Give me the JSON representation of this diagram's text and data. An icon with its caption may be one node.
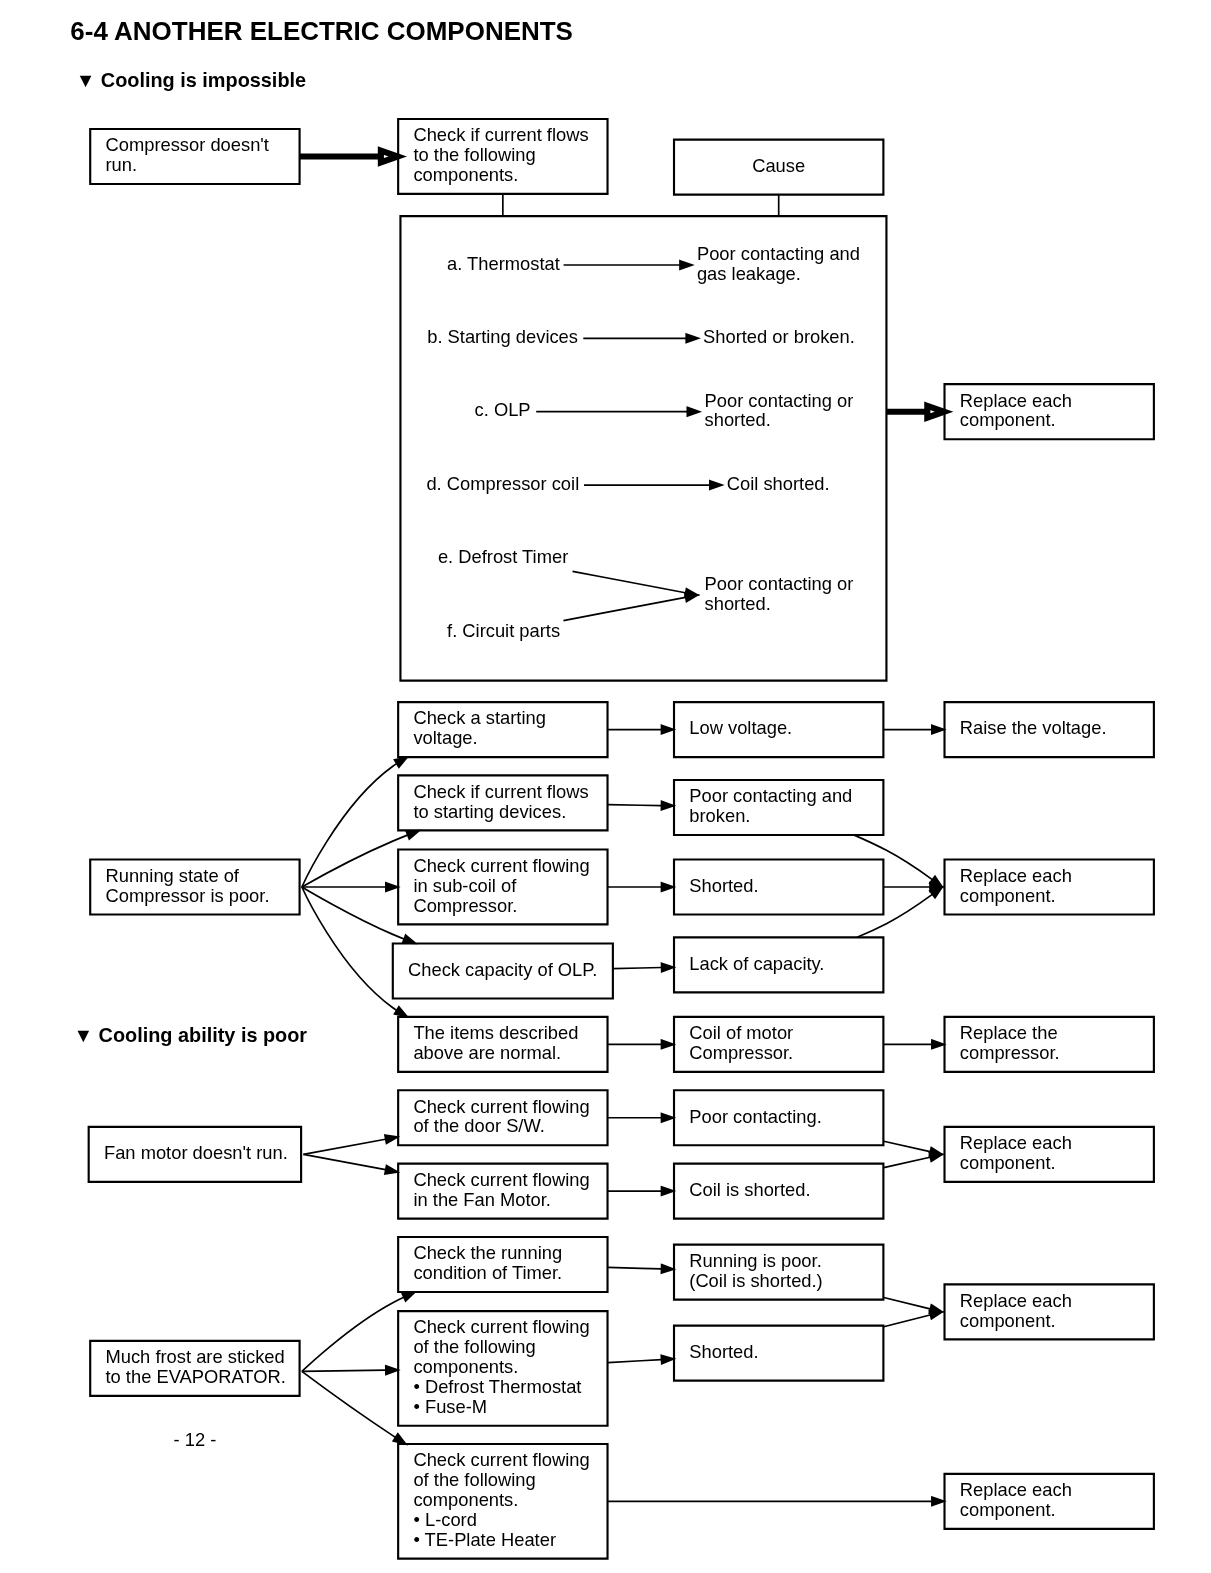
{
  "diagram": {
    "title": "6-4 ANOTHER ELECTRIC COMPONENTS",
    "nodes": [
      {
        "text": [
          "Compressor doesn't run."
        ]
      },
      {
        "text": [
          "Check if current flows to the following components."
        ]
      },
      {
        "text": [
          "Cause"
        ]
      },
      {
        "text": [],
        "shape": "box"
      },
      {
        "text": [
          "a. Thermostat"
        ],
        "in": 3
      },
      {
        "text": [
          "Poor contacting and gas leakage."
        ],
        "in": 3
      },
      {
        "text": [
          "b. Starting devices"
        ],
        "in": 3
      },
      {
        "text": [
          "Shorted or broken."
        ],
        "in": 3
      },
      {
        "text": [
          "c. OLP"
        ],
        "in": 3
      },
      {
        "text": [
          "Poor contacting or shorted."
        ],
        "in": 3
      },
      {
        "text": [
          "d. Compressor coil"
        ],
        "in": 3
      },
      {
        "text": [
          "Coil shorted."
        ],
        "in": 3
      },
      {
        "text": [
          "e. Defrost Timer"
        ],
        "in": 3
      },
      {
        "text": [
          "f. Circuit parts"
        ],
        "in": 3
      },
      {
        "text": [
          "Poor contacting or shorted."
        ],
        "in": 3
      },
      {
        "text": [
          "Replace each component."
        ]
      },
      {
        "text": [
          "Running state of Compressor is poor."
        ]
      },
      {
        "text": [
          "Check a starting voltage."
        ]
      },
      {
        "text": [
          "Low voltage."
        ]
      },
      {
        "text": [
          "Raise the voltage."
        ]
      },
      {
        "text": [
          "Check if current flows to starting devices."
        ]
      },
      {
        "text": [
          "Poor contacting and broken."
        ]
      },
      {
        "text": [
          "Replace each component."
        ]
      },
      {
        "text": [
          "Check current flowing in sub-coil of Compressor."
        ]
      },
      {
        "text": [
          "Shorted."
        ]
      },
      {
        "text": [
          "Check capacity of OLP."
        ]
      },
      {
        "text": [
          "Lack of capacity."
        ]
      },
      {
        "text": [
          "The items described above are normal."
        ]
      },
      {
        "text": [
          "Coil of motor Compressor."
        ]
      },
      {
        "text": [
          "Replace the compressor."
        ]
      },
      {
        "text": [
          "Fan motor doesn't run."
        ]
      },
      {
        "text": [
          "Check current flowing of the door S/W."
        ]
      },
      {
        "text": [
          "Poor contacting."
        ]
      },
      {
        "text": [
          "Replace each component."
        ]
      },
      {
        "text": [
          "Check current flowing in the Fan Motor."
        ]
      },
      {
        "text": [
          "Coil is shorted."
        ]
      },
      {
        "text": [
          "Much frost are sticked to the EVAPORATOR."
        ]
      },
      {
        "text": [
          "Check the running condition of Timer."
        ]
      },
      {
        "text": [
          "Running is poor. (Coil is shorted.)"
        ]
      },
      {
        "text": [
          "Replace each component."
        ]
      },
      {
        "text": [
          "Check current flowing of the following components.",
          "• Defrost Thermostat",
          "• Fuse-M"
        ]
      },
      {
        "text": [
          "Shorted."
        ]
      },
      {
        "text": [
          "Check current flowing of the following components.",
          "• L-cord",
          "• TE-Plate Heater"
        ]
      },
      {
        "text": [
          "Replace each component."
        ]
      }
    ],
    "edges": [
      {
        "from": 0,
        "to": 1,
        "arrow": "to",
        "style": "thick"
      },
      {
        "from": 1,
        "to": 3,
        "arrow": "none"
      },
      {
        "from": 2,
        "to": 3,
        "arrow": "none"
      },
      {
        "from": 4,
        "to": 5,
        "arrow": "to"
      },
      {
        "from": 6,
        "to": 7,
        "arrow": "to"
      },
      {
        "from": 8,
        "to": 9,
        "arrow": "to"
      },
      {
        "from": 10,
        "to": 11,
        "arrow": "to"
      },
      {
        "from": 12,
        "to": 14,
        "arrow": "to"
      },
      {
        "from": 13,
        "to": 14,
        "arrow": "to"
      },
      {
        "from": 3,
        "to": 15,
        "arrow": "to",
        "style": "thick"
      },
      {
        "from": 16,
        "to": 17,
        "arrow": "to"
      },
      {
        "from": 16,
        "to": 20,
        "arrow": "to"
      },
      {
        "from": 16,
        "to": 23,
        "arrow": "to"
      },
      {
        "from": 16,
        "to": 25,
        "arrow": "to"
      },
      {
        "from": 16,
        "to": 27,
        "arrow": "to"
      },
      {
        "from": 17,
        "to": 18,
        "arrow": "to"
      },
      {
        "from": 18,
        "to": 19,
        "arrow": "to"
      },
      {
        "from": 20,
        "to": 21,
        "arrow": "to"
      },
      {
        "from": 21,
        "to": 22,
        "arrow": "to"
      },
      {
        "from": 23,
        "to": 24,
        "arrow": "to"
      },
      {
        "from": 24,
        "to": 22,
        "arrow": "to"
      },
      {
        "from": 25,
        "to": 26,
        "arrow": "to"
      },
      {
        "from": 26,
        "to": 22,
        "arrow": "to"
      },
      {
        "from": 27,
        "to": 28,
        "arrow": "to"
      },
      {
        "from": 28,
        "to": 29,
        "arrow": "to"
      },
      {
        "from": 30,
        "to": 31,
        "arrow": "to"
      },
      {
        "from": 30,
        "to": 34,
        "arrow": "to"
      },
      {
        "from": 31,
        "to": 32,
        "arrow": "to"
      },
      {
        "from": 32,
        "to": 33,
        "arrow": "to"
      },
      {
        "from": 34,
        "to": 35,
        "arrow": "to"
      },
      {
        "from": 35,
        "to": 33,
        "arrow": "to"
      },
      {
        "from": 36,
        "to": 37,
        "arrow": "to"
      },
      {
        "from": 36,
        "to": 40,
        "arrow": "to"
      },
      {
        "from": 36,
        "to": 42,
        "arrow": "to"
      },
      {
        "from": 37,
        "to": 38,
        "arrow": "to"
      },
      {
        "from": 38,
        "to": 39,
        "arrow": "to"
      },
      {
        "from": 40,
        "to": 41,
        "arrow": "to"
      },
      {
        "from": 41,
        "to": 39,
        "arrow": "to"
      },
      {
        "from": 42,
        "to": 43,
        "arrow": "to"
      }
    ],
    "labels": [
      "▼ Cooling is impossible",
      "▼ Cooling ability is poor",
      "- 12 -"
    ]
  }
}
